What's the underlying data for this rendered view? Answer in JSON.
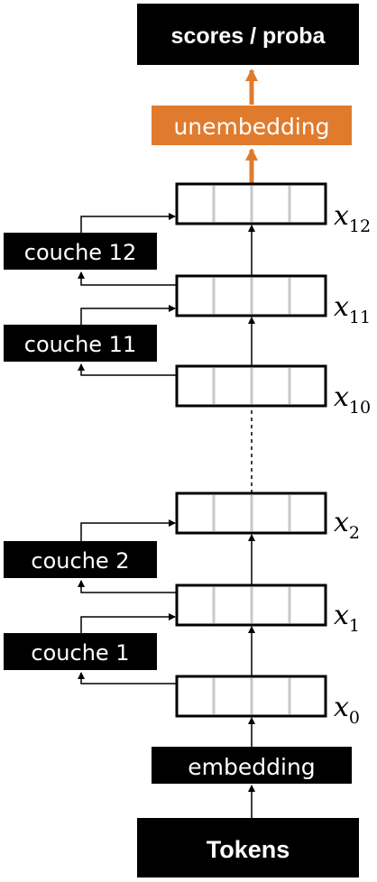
{
  "diagram": {
    "top_box": "scores / proba",
    "unembedding": "unembedding",
    "embedding": "embedding",
    "tokens": "Tokens",
    "layers": [
      {
        "label": "couche 12"
      },
      {
        "label": "couche 11"
      },
      {
        "label": "couche 2"
      },
      {
        "label": "couche 1"
      }
    ],
    "states": [
      {
        "var": "x",
        "sub": "12"
      },
      {
        "var": "x",
        "sub": "11"
      },
      {
        "var": "x",
        "sub": "10"
      },
      {
        "var": "x",
        "sub": "2"
      },
      {
        "var": "x",
        "sub": "1"
      },
      {
        "var": "x",
        "sub": "0"
      }
    ],
    "colors": {
      "box": "#000000",
      "accent": "#e07b2e",
      "divider": "#c8c8c8"
    }
  }
}
